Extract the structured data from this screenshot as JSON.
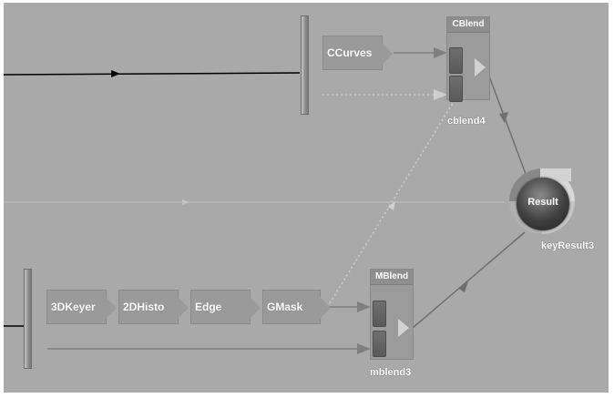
{
  "nodes": {
    "ccurves": "CCurves",
    "keyer": "3DKeyer",
    "histo": "2DHisto",
    "edge": "Edge",
    "gmask": "GMask"
  },
  "blends": {
    "cblend": {
      "header": "CBlend",
      "name": "cblend4"
    },
    "mblend": {
      "header": "MBlend",
      "name": "mblend3"
    }
  },
  "result": {
    "label": "Result",
    "name": "keyResult3"
  }
}
